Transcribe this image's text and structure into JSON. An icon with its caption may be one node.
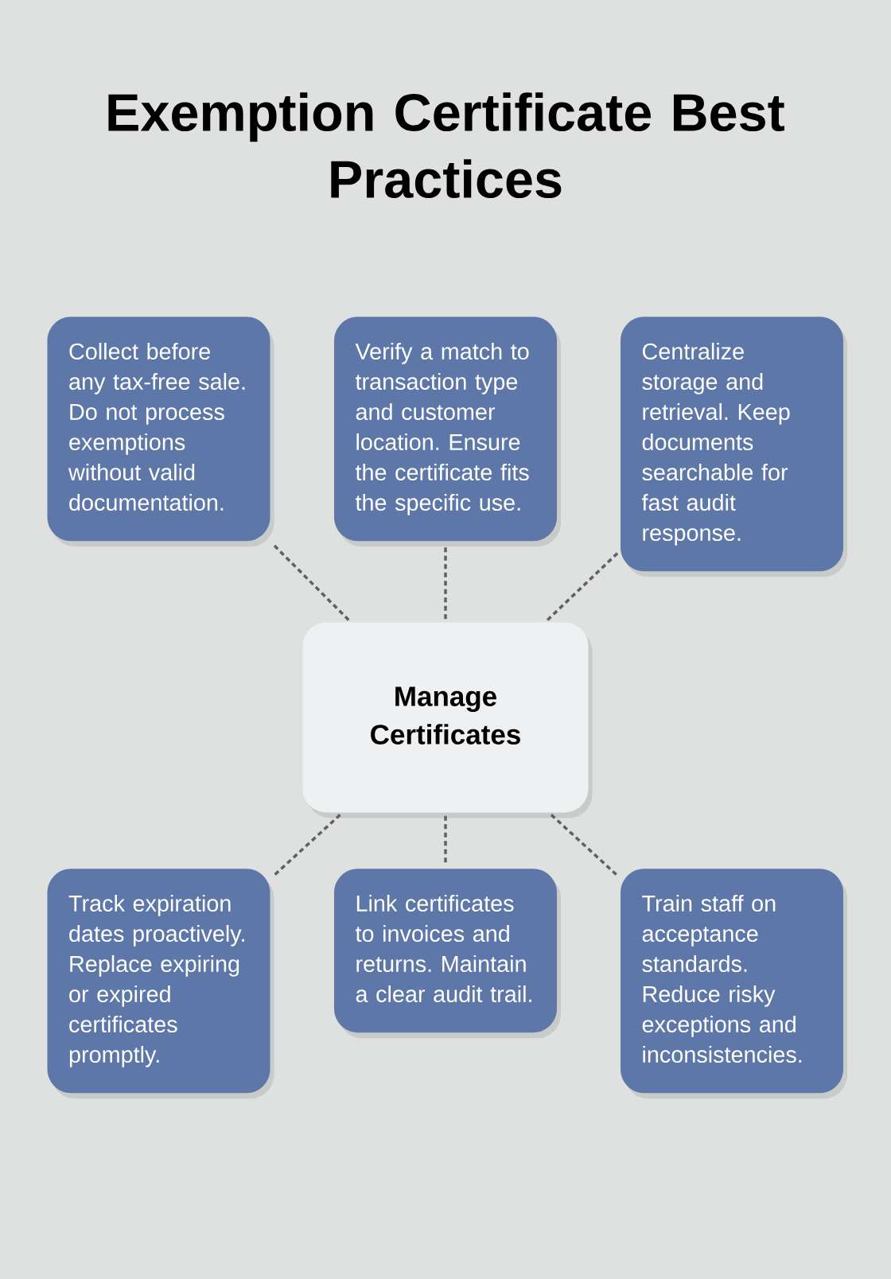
{
  "diagram": {
    "title": "Exemption Certificate Best Practices",
    "nodes": [
      {
        "text": [
          "Collect before any tax-free sale. Do not process exemptions without valid documentation."
        ]
      },
      {
        "text": [
          "Verify a match to transaction type and customer location. Ensure the certificate fits the specific use."
        ]
      },
      {
        "text": [
          "Centralize storage and retrieval. Keep documents searchable for fast audit response."
        ]
      },
      {
        "text": [
          "Manage Certificates"
        ]
      },
      {
        "text": [
          "Track expiration dates proactively. Replace expiring or expired certificates promptly."
        ]
      },
      {
        "text": [
          "Link certificates to invoices and returns. Maintain a clear audit trail."
        ]
      },
      {
        "text": [
          "Train staff on acceptance standards. Reduce risky exceptions and inconsistencies."
        ]
      }
    ],
    "edges": [
      {
        "from": 3,
        "to": 0,
        "arrow": "none",
        "style": "dashed"
      },
      {
        "from": 3,
        "to": 1,
        "arrow": "none",
        "style": "dashed"
      },
      {
        "from": 3,
        "to": 2,
        "arrow": "none",
        "style": "dashed"
      },
      {
        "from": 3,
        "to": 4,
        "arrow": "none",
        "style": "dashed"
      },
      {
        "from": 3,
        "to": 5,
        "arrow": "none",
        "style": "dashed"
      },
      {
        "from": 3,
        "to": 6,
        "arrow": "none",
        "style": "dashed"
      }
    ]
  }
}
